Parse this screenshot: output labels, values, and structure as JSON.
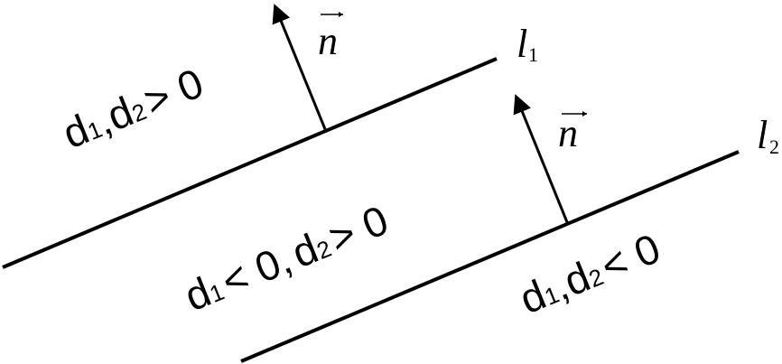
{
  "lines": [
    {
      "label": "l",
      "subscript": "1"
    },
    {
      "label": "l",
      "subscript": "2"
    }
  ],
  "normals": [
    {
      "label": "n"
    },
    {
      "label": "n"
    }
  ],
  "regions": {
    "above": {
      "a": "d",
      "a_sub": "1",
      "sep": ",",
      "b": "d",
      "b_sub": "2",
      "rel": "> 0"
    },
    "between": {
      "a": "d",
      "a_sub": "1",
      "rel1": "< 0,",
      "b": "d",
      "b_sub": "2",
      "rel2": "> 0"
    },
    "below": {
      "a": "d",
      "a_sub": "1",
      "sep": ",",
      "b": "d",
      "b_sub": "2",
      "rel": "< 0"
    }
  },
  "colors": {
    "ink": "#000000",
    "background": "#ffffff"
  }
}
